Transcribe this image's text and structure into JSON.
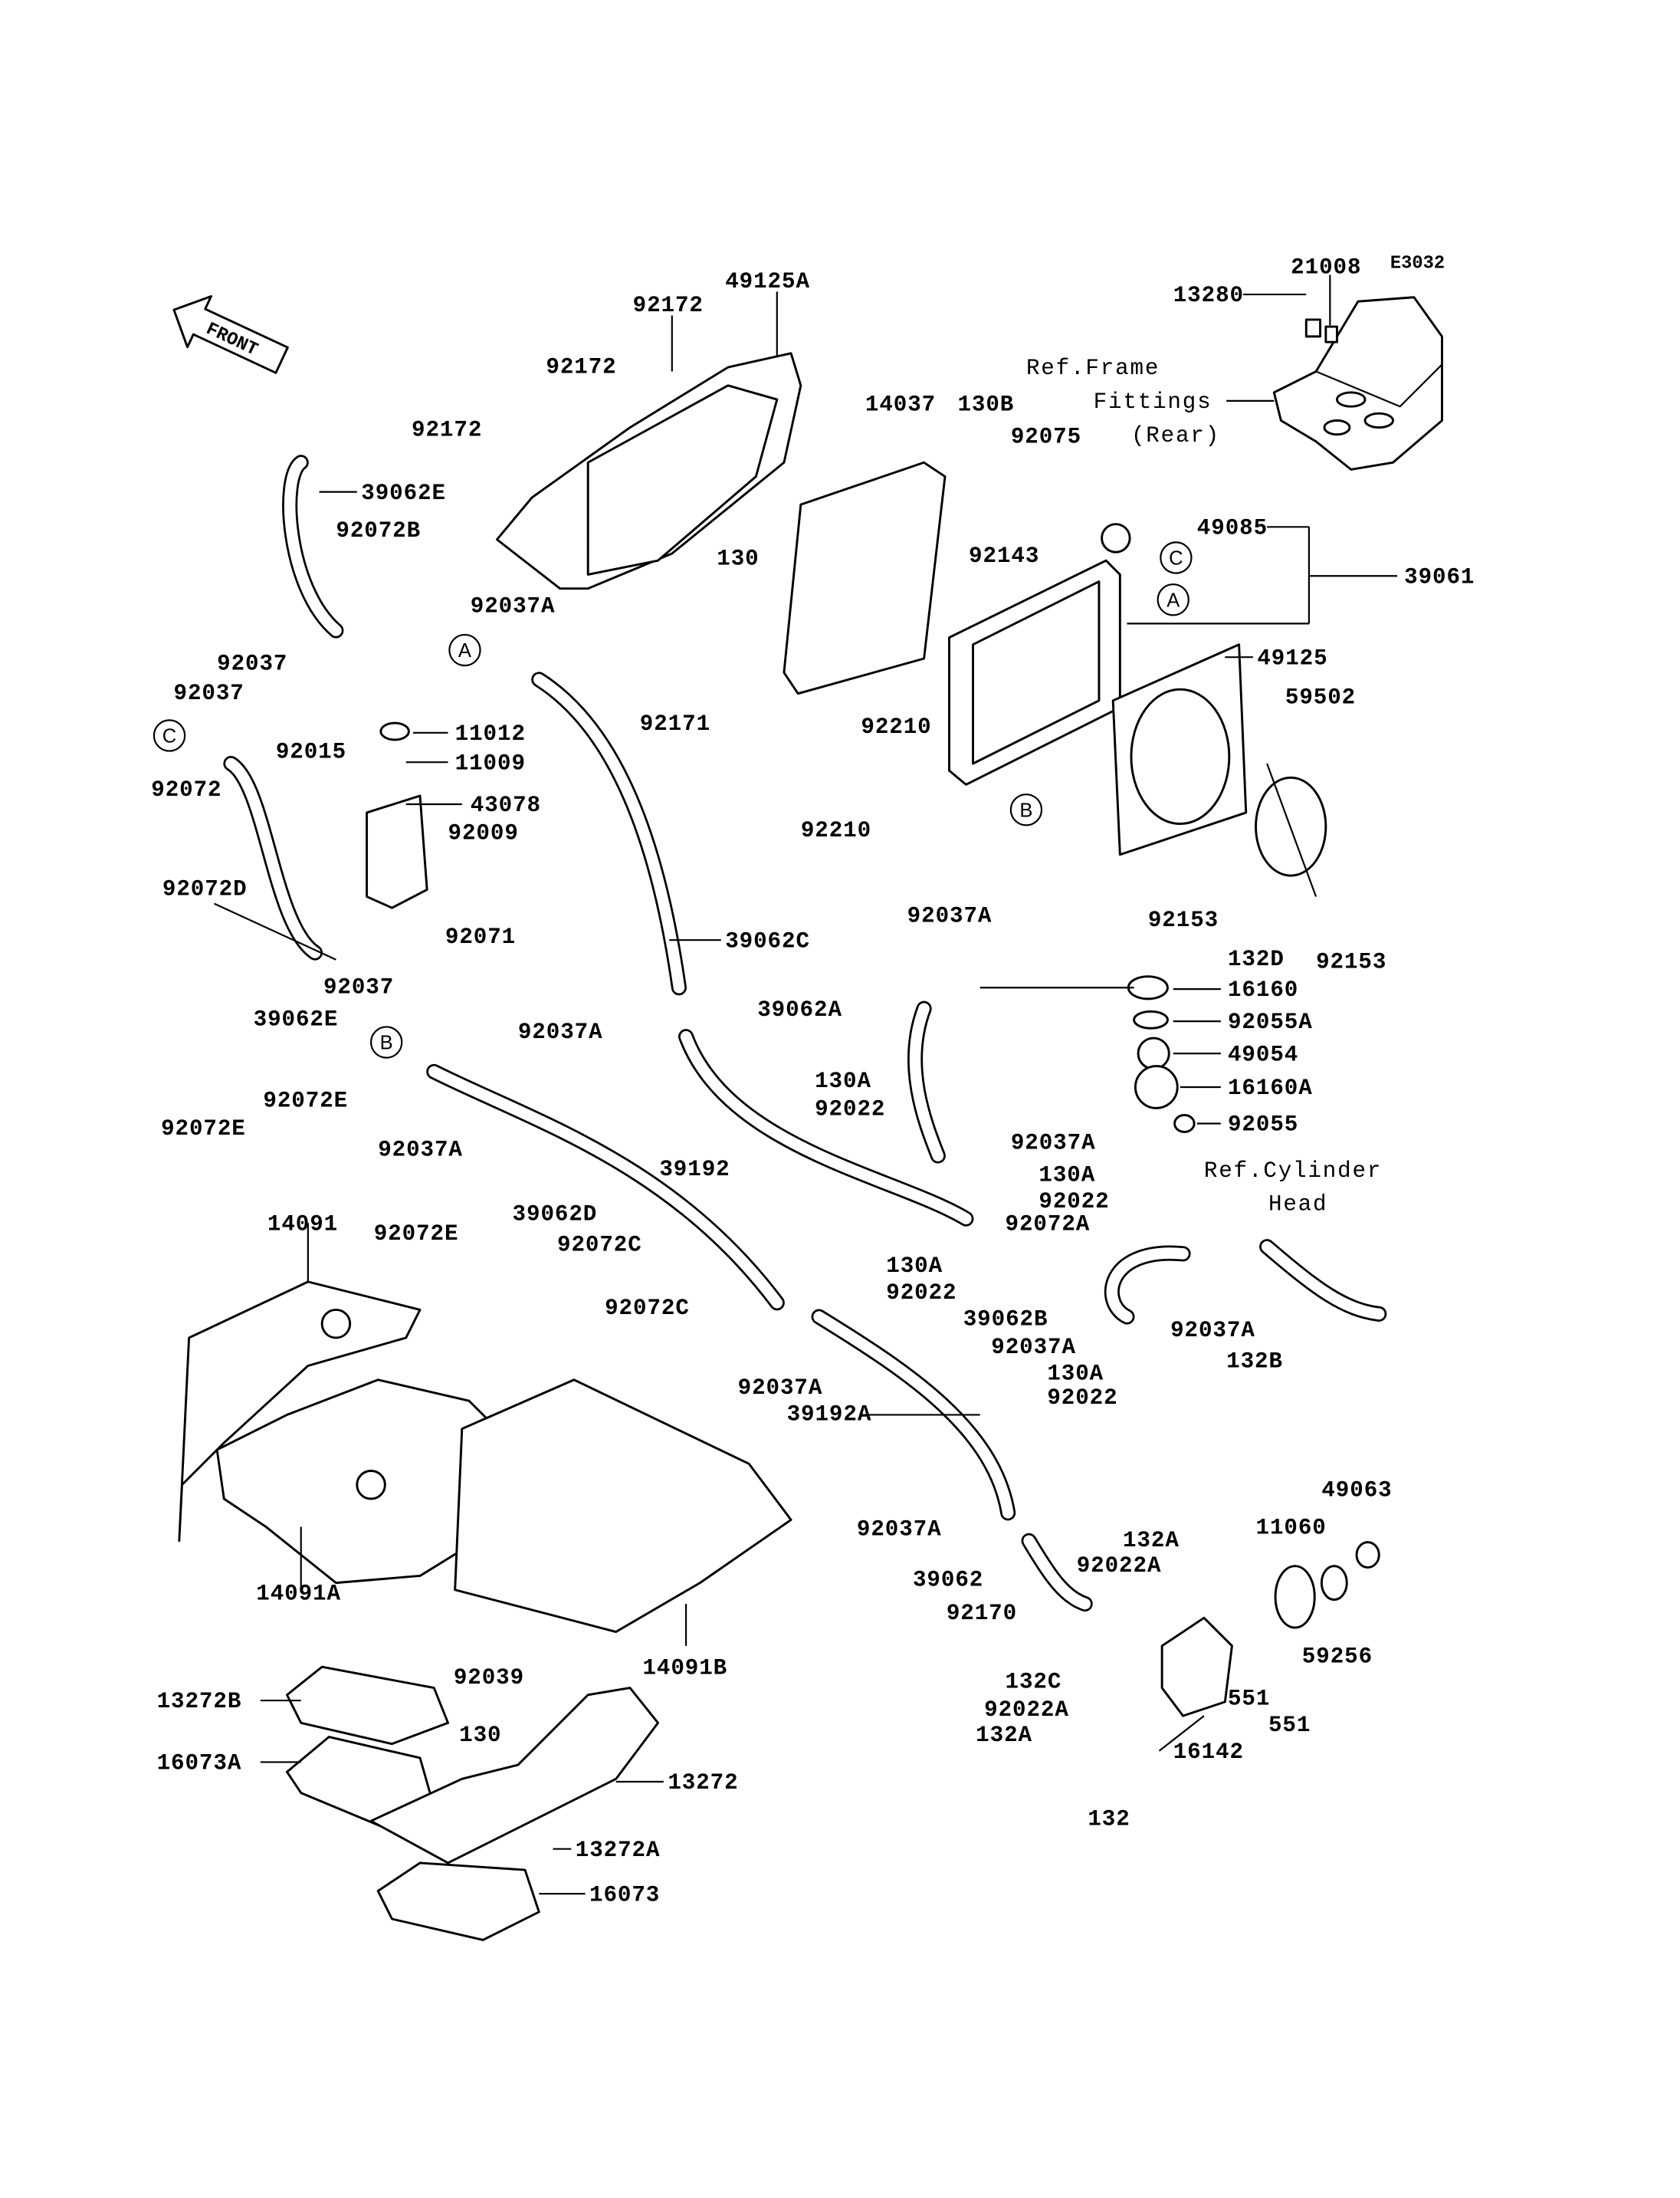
{
  "diagram": {
    "code": "E3032",
    "front_badge": "FRONT",
    "labels": [
      "21008",
      "13280",
      "49125A",
      "92172",
      "92172",
      "92172",
      "14037",
      "130B",
      "92075",
      "92143",
      "49085",
      "39061",
      "130",
      "39062E",
      "92072B",
      "92037A",
      "92037",
      "92037",
      "11012",
      "11009",
      "92015",
      "92072",
      "43078",
      "92009",
      "92072D",
      "92071",
      "92037",
      "39062E",
      "92171",
      "92210",
      "92210",
      "49125",
      "59502",
      "92153",
      "92153",
      "39062C",
      "92037A",
      "132D",
      "16160",
      "39062A",
      "92055A",
      "92037A",
      "49054",
      "130A",
      "16160A",
      "92022",
      "92055",
      "92037A",
      "92072E",
      "92072E",
      "92037A",
      "39192",
      "130A",
      "92022",
      "92072A",
      "14091",
      "92072E",
      "39062D",
      "130A",
      "92072C",
      "92022",
      "92072C",
      "39062B",
      "92037A",
      "92037A",
      "130A",
      "132B",
      "92037A",
      "92022",
      "39192A",
      "49063",
      "11060",
      "92037A",
      "132A",
      "92022A",
      "14091A",
      "39062",
      "92170",
      "59256",
      "14091B",
      "92039",
      "132C",
      "551",
      "13272B",
      "92022A",
      "551",
      "130",
      "132A",
      "16142",
      "16073A",
      "13272",
      "132",
      "13272A",
      "16073"
    ],
    "references": {
      "frame_line1": "Ref.Frame",
      "frame_line2": "Fittings",
      "frame_line3": "(Rear)",
      "cylinder_line1": "Ref.Cylinder",
      "cylinder_line2": "Head"
    },
    "callouts": [
      "A",
      "C",
      "B",
      "C",
      "A",
      "B"
    ]
  }
}
